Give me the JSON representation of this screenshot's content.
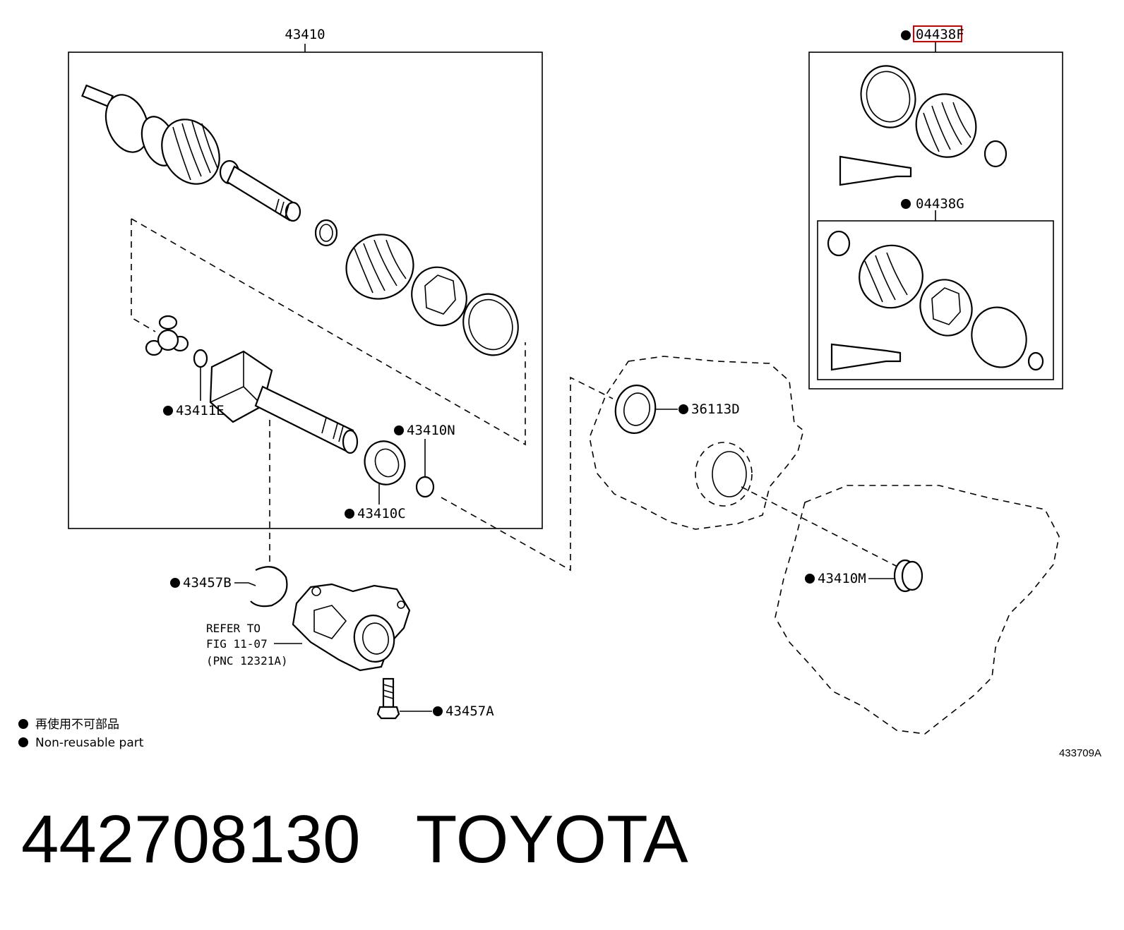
{
  "labels": {
    "assembly": "43410",
    "boot_kit_outer": "04438F",
    "boot_kit_inner": "04438G",
    "snap_ring_e": "43411E",
    "clip_n": "43410N",
    "bearing_c": "43410C",
    "oil_seal_d": "36113D",
    "oil_seal_m": "43410M",
    "snap_ring_b": "43457B",
    "bolt_a": "43457A"
  },
  "refer": {
    "line1": "REFER TO",
    "line2": "FIG 11-07",
    "line3": "(PNC 12321A)"
  },
  "legend": {
    "japanese": "再使用不可部品",
    "english": "Non-reusable part"
  },
  "figure_id": "433709A",
  "caption": "442708130   TOYOTA",
  "colors": {
    "highlight": "#d00000",
    "ink": "#000000"
  }
}
